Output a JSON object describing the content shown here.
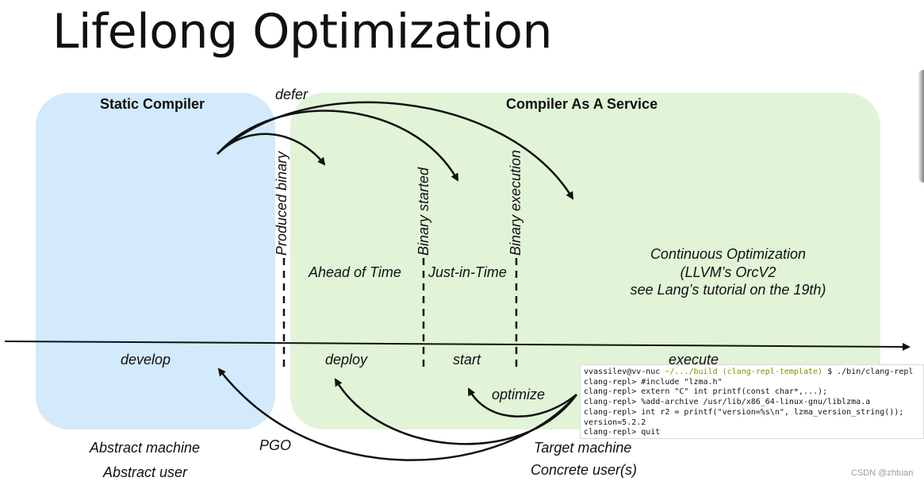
{
  "title": "Lifelong Optimization",
  "sections": {
    "static": "Static Compiler",
    "service": "Compiler As A Service"
  },
  "labels": {
    "defer": "defer",
    "produced_binary": "Produced binary",
    "binary_started": "Binary started",
    "binary_execution": "Binary execution",
    "ahead_of_time": "Ahead of Time",
    "just_in_time": "Just-in-Time",
    "continuous_1": "Continuous Optimization",
    "continuous_2": "(LLVM’s OrcV2",
    "continuous_3": "see Lang’s tutorial on the 19th)",
    "develop": "develop",
    "deploy": "deploy",
    "start": "start",
    "execute": "execute",
    "optimize": "optimize",
    "pgo": "PGO",
    "abstract_machine": "Abstract machine",
    "abstract_user": "Abstract user",
    "target_machine": "Target machine",
    "concrete_users": "Concrete user(s)"
  },
  "terminal": {
    "line1_prefix": "vvassilev@vv-nuc ",
    "line1_path": "~/.../build (clang-repl-template)",
    "line1_cmd": " $ ./bin/clang-repl",
    "line2": "clang-repl> #include \"lzma.h\"",
    "line3": "clang-repl> extern \"C\" int printf(const char*,...);",
    "line4": "clang-repl> %add-archive /usr/lib/x86_64-linux-gnu/liblzma.a",
    "line5": "clang-repl> int r2 = printf(\"version=%s\\n\", lzma_version_string());",
    "line6": "version=5.2.2",
    "line7": "clang-repl> quit"
  },
  "watermark": "CSDN @zhtuan",
  "colors": {
    "static_panel": "#d2eafb",
    "service_panel": "#e1f4d8",
    "terminal_path": "#8a8f00"
  }
}
